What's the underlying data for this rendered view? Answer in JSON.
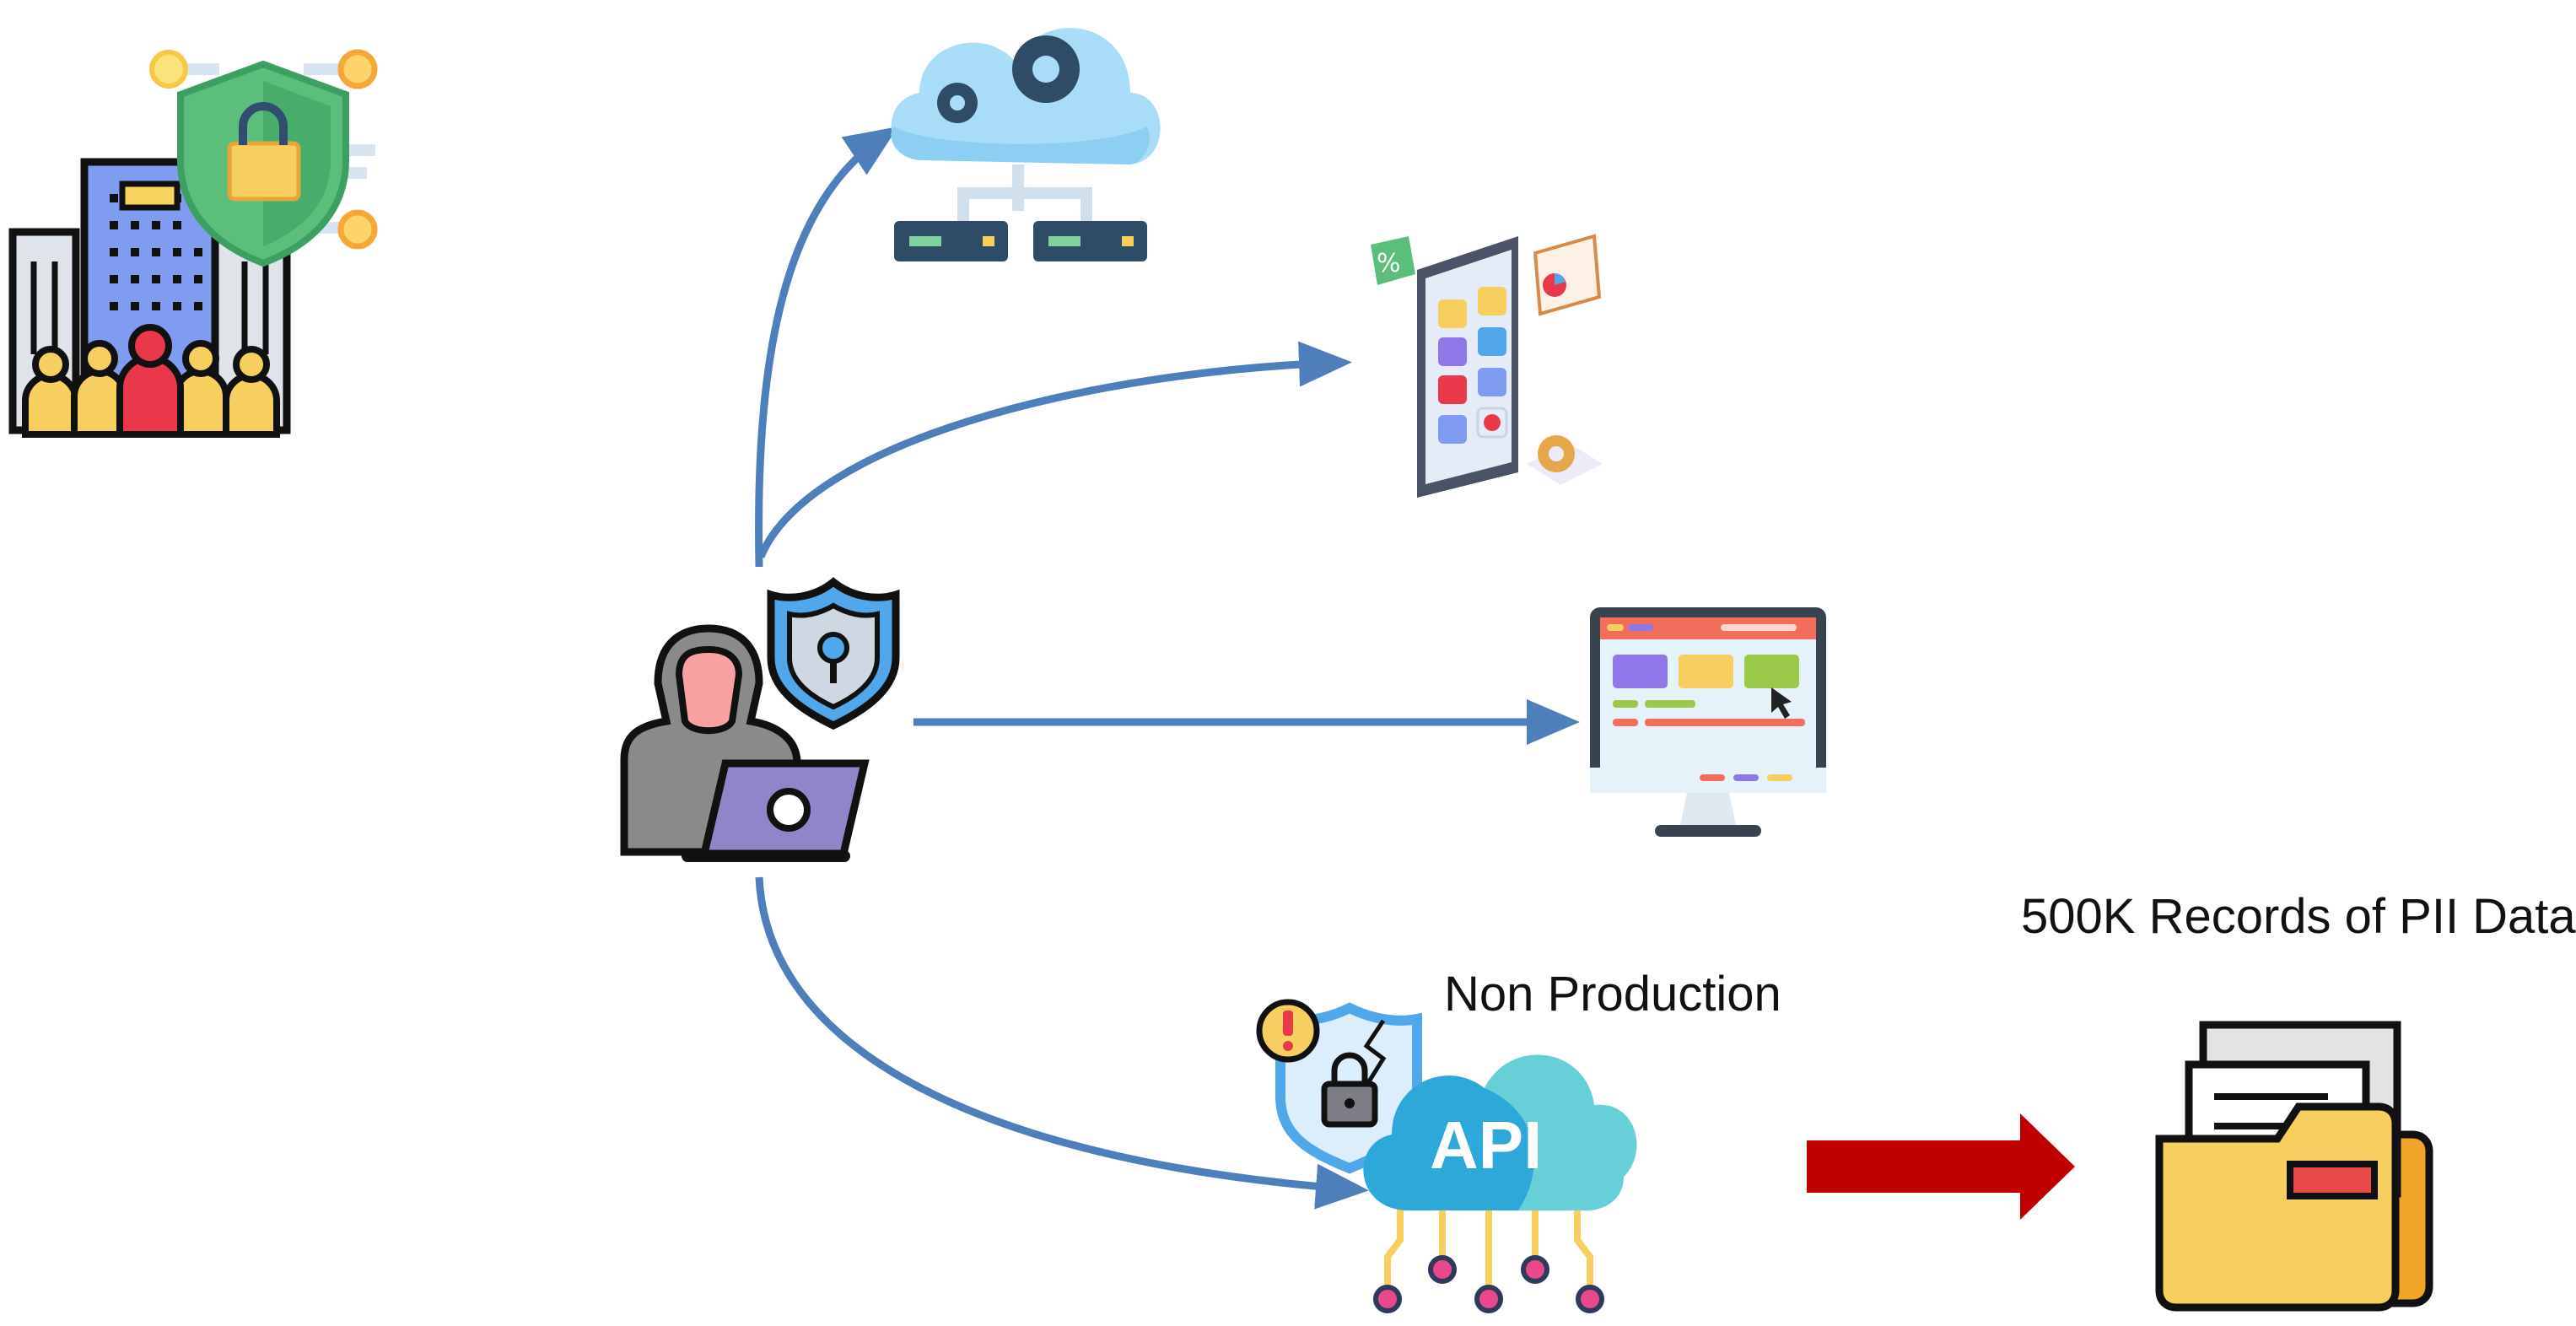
{
  "labels": {
    "non_production": "Non Production",
    "pii_records": "500K Records of PII Data",
    "api": "API"
  },
  "icons": {
    "organization": "organization-security-icon",
    "cloud_server": "cloud-server-icon",
    "mobile_app": "mobile-app-icon",
    "web_app": "web-app-monitor-icon",
    "hacker": "hacker-icon",
    "api_cloud": "api-cloud-icon",
    "data_folder": "pii-data-folder-icon"
  },
  "colors": {
    "flow_arrow": "#4f7fbb",
    "exfil_arrow": "#c00000",
    "folder": "#f6cf5e",
    "folder_tag": "#e84a4a",
    "cloud_blue": "#9ad6f5"
  }
}
